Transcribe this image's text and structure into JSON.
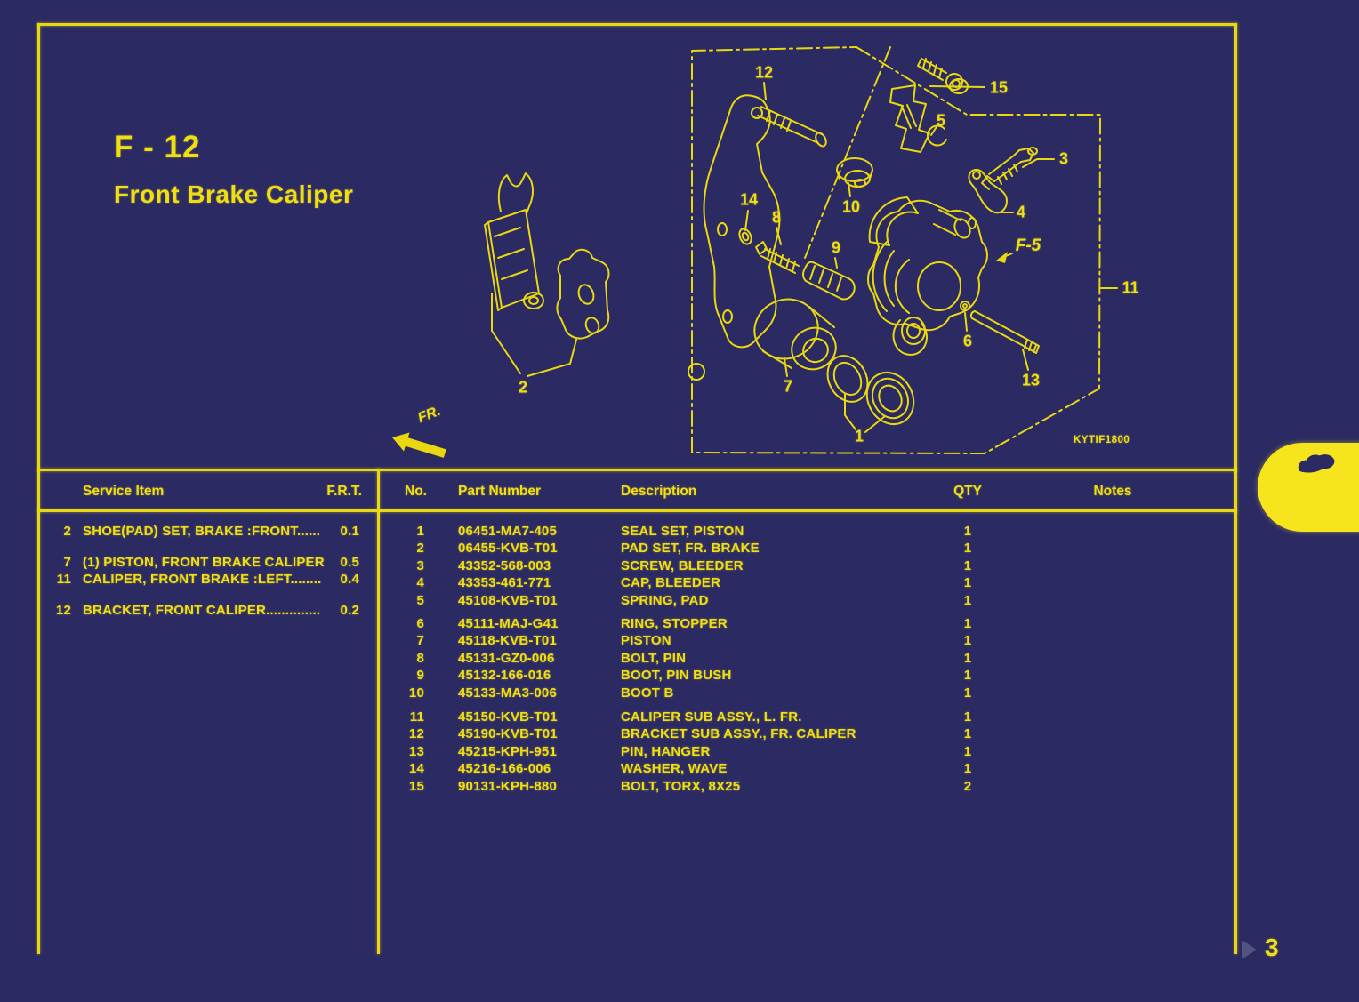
{
  "page": {
    "title_code": "F - 12",
    "title": "Front Brake Caliper",
    "page_number": "3",
    "colors": {
      "background": "#2b2a63",
      "accent_yellow": "#efde12",
      "pill_yellow": "#f6e41c"
    }
  },
  "diagram": {
    "drawing_code": "KYTIF1800",
    "front_label": "FR.",
    "reference_label": "F-5",
    "callouts": [
      "1",
      "2",
      "3",
      "4",
      "5",
      "6",
      "7",
      "8",
      "9",
      "10",
      "11",
      "12",
      "13",
      "14",
      "15"
    ]
  },
  "service_table": {
    "headers": {
      "item": "Service Item",
      "frt": "F.R.T."
    },
    "rows": [
      {
        "no": "2",
        "name": "SHOE(PAD) SET, BRAKE :FRONT......",
        "frt": "0.1"
      },
      {
        "no": "7",
        "name": "(1) PISTON, FRONT BRAKE CALIPER",
        "frt": "0.5"
      },
      {
        "no": "11",
        "name": "CALIPER, FRONT BRAKE :LEFT........",
        "frt": "0.4"
      },
      {
        "no": "12",
        "name": "BRACKET, FRONT CALIPER..............",
        "frt": "0.2"
      }
    ]
  },
  "parts_table": {
    "headers": {
      "no": "No.",
      "part_number": "Part Number",
      "description": "Description",
      "qty": "QTY",
      "notes": "Notes"
    },
    "rows": [
      {
        "no": "1",
        "part_number": "06451-MA7-405",
        "description": "SEAL SET, PISTON",
        "qty": "1",
        "notes": ""
      },
      {
        "no": "2",
        "part_number": "06455-KVB-T01",
        "description": "PAD SET, FR. BRAKE",
        "qty": "1",
        "notes": ""
      },
      {
        "no": "3",
        "part_number": "43352-568-003",
        "description": "SCREW, BLEEDER",
        "qty": "1",
        "notes": ""
      },
      {
        "no": "4",
        "part_number": "43353-461-771",
        "description": "CAP, BLEEDER",
        "qty": "1",
        "notes": ""
      },
      {
        "no": "5",
        "part_number": "45108-KVB-T01",
        "description": "SPRING, PAD",
        "qty": "1",
        "notes": ""
      },
      {
        "no": "6",
        "part_number": "45111-MAJ-G41",
        "description": "RING, STOPPER",
        "qty": "1",
        "notes": ""
      },
      {
        "no": "7",
        "part_number": "45118-KVB-T01",
        "description": "PISTON",
        "qty": "1",
        "notes": ""
      },
      {
        "no": "8",
        "part_number": "45131-GZ0-006",
        "description": "BOLT, PIN",
        "qty": "1",
        "notes": ""
      },
      {
        "no": "9",
        "part_number": "45132-166-016",
        "description": "BOOT, PIN BUSH",
        "qty": "1",
        "notes": ""
      },
      {
        "no": "10",
        "part_number": "45133-MA3-006",
        "description": "BOOT B",
        "qty": "1",
        "notes": ""
      },
      {
        "no": "11",
        "part_number": "45150-KVB-T01",
        "description": "CALIPER SUB ASSY., L. FR.",
        "qty": "1",
        "notes": ""
      },
      {
        "no": "12",
        "part_number": "45190-KVB-T01",
        "description": "BRACKET SUB ASSY., FR. CALIPER",
        "qty": "1",
        "notes": ""
      },
      {
        "no": "13",
        "part_number": "45215-KPH-951",
        "description": "PIN, HANGER",
        "qty": "1",
        "notes": ""
      },
      {
        "no": "14",
        "part_number": "45216-166-006",
        "description": "WASHER, WAVE",
        "qty": "1",
        "notes": ""
      },
      {
        "no": "15",
        "part_number": "90131-KPH-880",
        "description": "BOLT, TORX, 8X25",
        "qty": "2",
        "notes": ""
      }
    ]
  }
}
